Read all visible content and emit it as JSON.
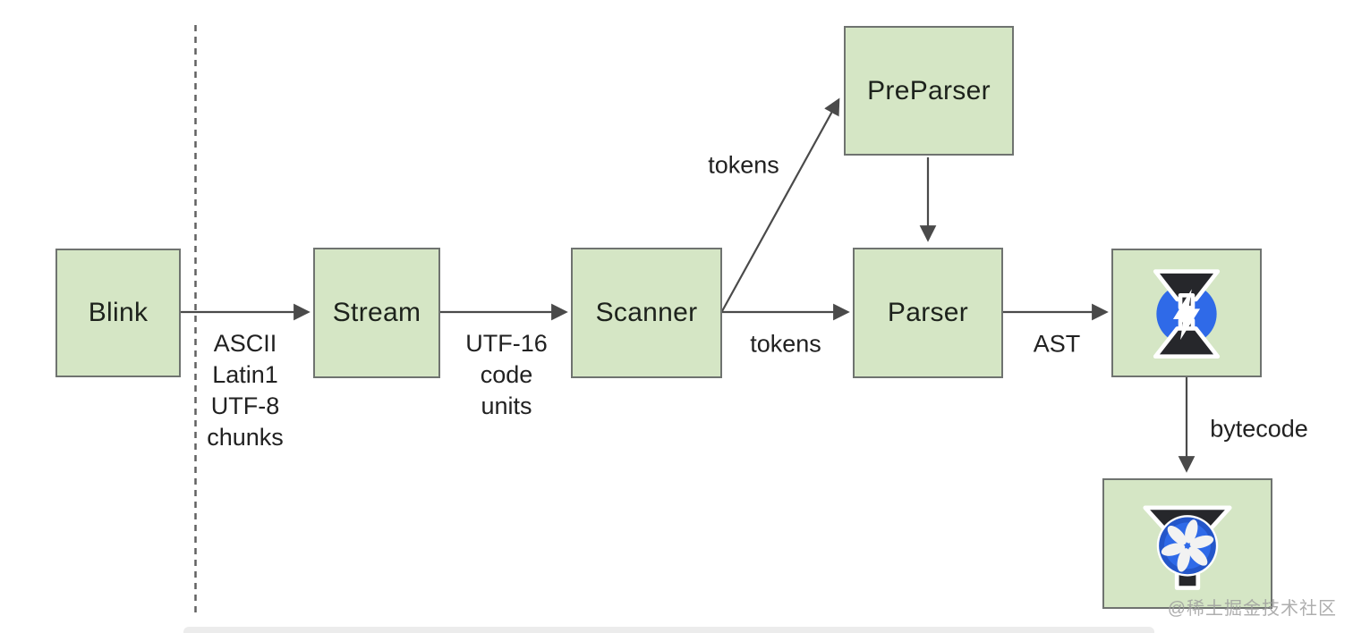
{
  "nodes": {
    "blink": {
      "label": "Blink"
    },
    "stream": {
      "label": "Stream"
    },
    "scanner": {
      "label": "Scanner"
    },
    "preparser": {
      "label": "PreParser"
    },
    "parser": {
      "label": "Parser"
    },
    "ignition": {
      "icon": "ignition-lightning-logo"
    },
    "turbofan": {
      "icon": "turbofan-fan-logo"
    }
  },
  "edge_labels": {
    "blink_to_stream": "ASCII\nLatin1\nUTF-8\nchunks",
    "stream_to_scanner": "UTF-16\ncode\nunits",
    "scanner_to_preparser": "tokens",
    "scanner_to_parser": "tokens",
    "parser_to_ignition": "AST",
    "ignition_to_turbofan": "bytecode"
  },
  "watermark": "@稀土掘金技术社区",
  "colors": {
    "node_fill": "#d5e6c5",
    "node_border": "#6f7370",
    "arrow": "#4a4a4a",
    "logo_blue": "#2f6ae8",
    "logo_blue_dark": "#2456c9",
    "logo_black": "#26272b"
  }
}
